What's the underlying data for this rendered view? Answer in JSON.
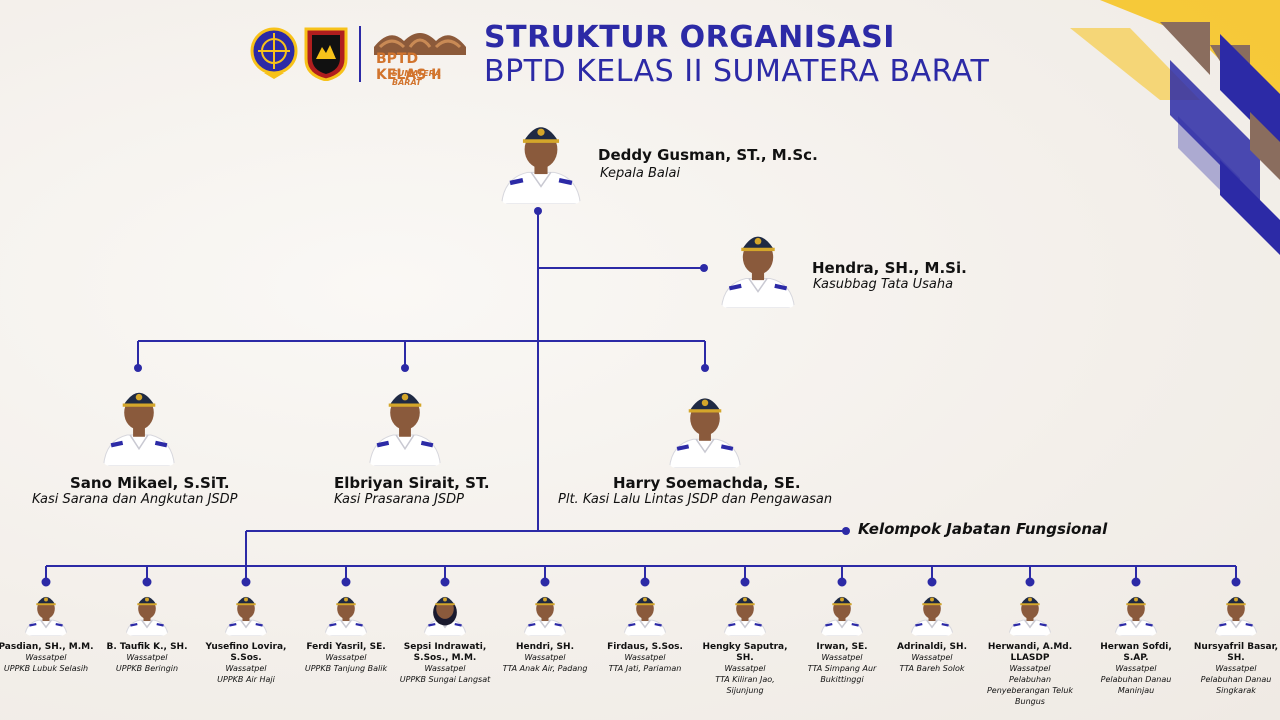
{
  "header": {
    "title_line1": "STRUKTUR ORGANISASI",
    "title_line2": "BPTD KELAS II SUMATERA BARAT",
    "logo_text_main": "BPTD KELAS II",
    "logo_text_sub": "SUMATERA BARAT"
  },
  "colors": {
    "primary": "#2c2aa6",
    "accent_yellow": "#f7c21a",
    "accent_brown": "#8a6d5e",
    "uniform": "#ffffff"
  },
  "head": {
    "name": "Deddy Gusman, ST., M.Sc.",
    "role": "Kepala Balai"
  },
  "admin": {
    "name": "Hendra, SH., M.Si.",
    "role": "Kasubbag Tata Usaha"
  },
  "sections": [
    {
      "name": "Sano Mikael, S.SiT.",
      "role": "Kasi Sarana dan Angkutan JSDP"
    },
    {
      "name": "Elbriyan Sirait, ST.",
      "role": "Kasi Prasarana JSDP"
    },
    {
      "name": "Harry Soemachda, SE.",
      "role": "Plt. Kasi Lalu Lintas JSDP dan Pengawasan"
    }
  ],
  "functional_group": "Kelompok Jabatan Fungsional",
  "staff": [
    {
      "name": "Pasdian, SH., M.M.",
      "role": "Wassatpel",
      "unit": "UPPKB Lubuk Selasih"
    },
    {
      "name": "B. Taufik K., SH.",
      "role": "Wassatpel",
      "unit": "UPPKB Beringin"
    },
    {
      "name": "Yusefino Lovira, S.Sos.",
      "role": "Wassatpel",
      "unit": "UPPKB Air Haji"
    },
    {
      "name": "Ferdi Yasril, SE.",
      "role": "Wassatpel",
      "unit": "UPPKB Tanjung Balik"
    },
    {
      "name": "Sepsi Indrawati, S.Sos., M.M.",
      "role": "Wassatpel",
      "unit": "UPPKB Sungai Langsat"
    },
    {
      "name": "Hendri, SH.",
      "role": "Wassatpel",
      "unit": "TTA Anak Air, Padang"
    },
    {
      "name": "Firdaus, S.Sos.",
      "role": "Wassatpel",
      "unit": "TTA Jati, Pariaman"
    },
    {
      "name": "Hengky Saputra, SH.",
      "role": "Wassatpel",
      "unit": "TTA Kiliran Jao, Sijunjung"
    },
    {
      "name": "Irwan, SE.",
      "role": "Wassatpel",
      "unit": "TTA Simpang Aur Bukittinggi"
    },
    {
      "name": "Adrinaldi, SH.",
      "role": "Wassatpel",
      "unit": "TTA Bareh Solok"
    },
    {
      "name": "Herwandi, A.Md. LLASDP",
      "role": "Wassatpel",
      "unit": "Pelabuhan Penyeberangan Teluk Bungus"
    },
    {
      "name": "Herwan Sofdi, S.AP.",
      "role": "Wassatpel",
      "unit": "Pelabuhan Danau Maninjau"
    },
    {
      "name": "Nursyafril Basar, SH.",
      "role": "Wassatpel",
      "unit": "Pelabuhan Danau Singkarak"
    }
  ]
}
